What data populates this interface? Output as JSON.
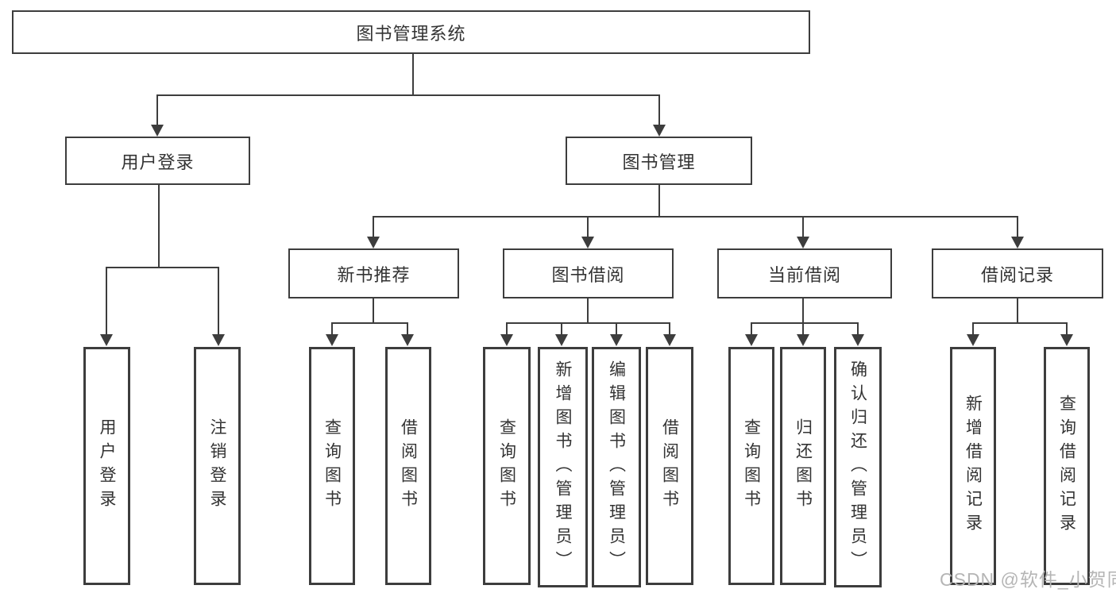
{
  "diagram": {
    "root": {
      "label": "图书管理系统"
    },
    "level2": {
      "user_login": {
        "label": "用户登录"
      },
      "book_management": {
        "label": "图书管理"
      }
    },
    "level3": {
      "new_book_recommend": {
        "label": "新书推荐"
      },
      "book_borrow": {
        "label": "图书借阅"
      },
      "current_borrow": {
        "label": "当前借阅"
      },
      "borrow_records": {
        "label": "借阅记录"
      }
    },
    "leaves": {
      "user_login": [
        "用户登录",
        "注销登录"
      ],
      "new_book_recommend": [
        "查询图书",
        "借阅图书"
      ],
      "book_borrow": [
        "查询图书",
        "新增图书（管理员）",
        "编辑图书（管理员）",
        "借阅图书"
      ],
      "current_borrow": [
        "查询图书",
        "归还图书",
        "确认归还（管理员）"
      ],
      "borrow_records": [
        "新增借阅记录",
        "查询借阅记录"
      ]
    }
  },
  "watermark": {
    "label": "CSDN @软件_小贺同学"
  },
  "colors": {
    "line": "#3d3d3d",
    "text": "#333333",
    "watermark": "#b5b5b5",
    "bg": "#ffffff"
  }
}
